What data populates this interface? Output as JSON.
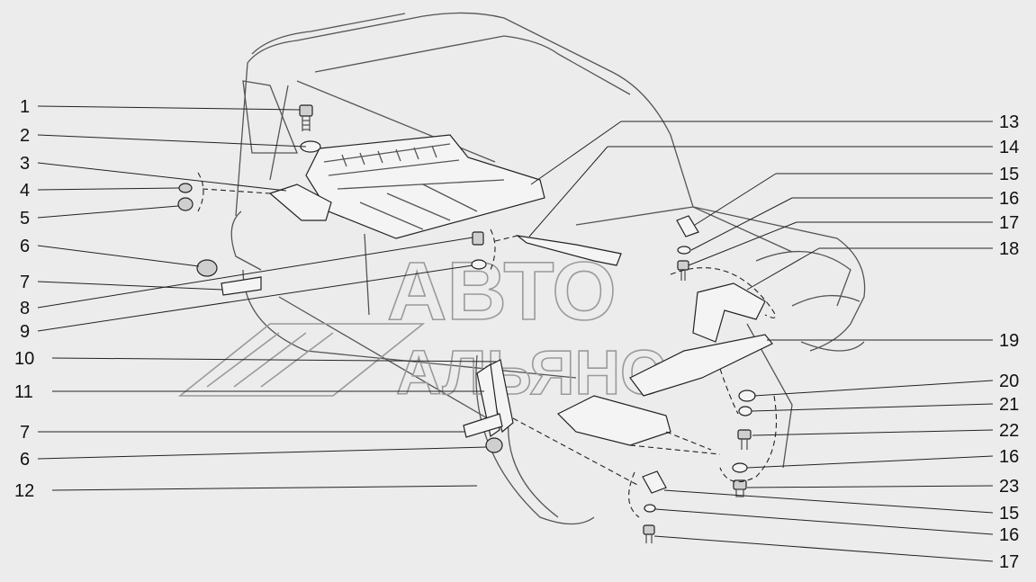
{
  "watermark": {
    "line1": "АВТО",
    "line2": "АЛЬЯНС"
  },
  "callouts_left": [
    {
      "id": "1"
    },
    {
      "id": "2"
    },
    {
      "id": "3"
    },
    {
      "id": "4"
    },
    {
      "id": "5"
    },
    {
      "id": "6"
    },
    {
      "id": "7"
    },
    {
      "id": "8"
    },
    {
      "id": "9"
    },
    {
      "id": "10"
    },
    {
      "id": "11"
    },
    {
      "id": "7"
    },
    {
      "id": "6"
    },
    {
      "id": "12"
    }
  ],
  "callouts_right": [
    {
      "id": "13"
    },
    {
      "id": "14"
    },
    {
      "id": "15"
    },
    {
      "id": "16"
    },
    {
      "id": "17"
    },
    {
      "id": "18"
    },
    {
      "id": "19"
    },
    {
      "id": "20"
    },
    {
      "id": "21"
    },
    {
      "id": "22"
    },
    {
      "id": "16"
    },
    {
      "id": "23"
    },
    {
      "id": "15"
    },
    {
      "id": "16"
    },
    {
      "id": "17"
    }
  ]
}
